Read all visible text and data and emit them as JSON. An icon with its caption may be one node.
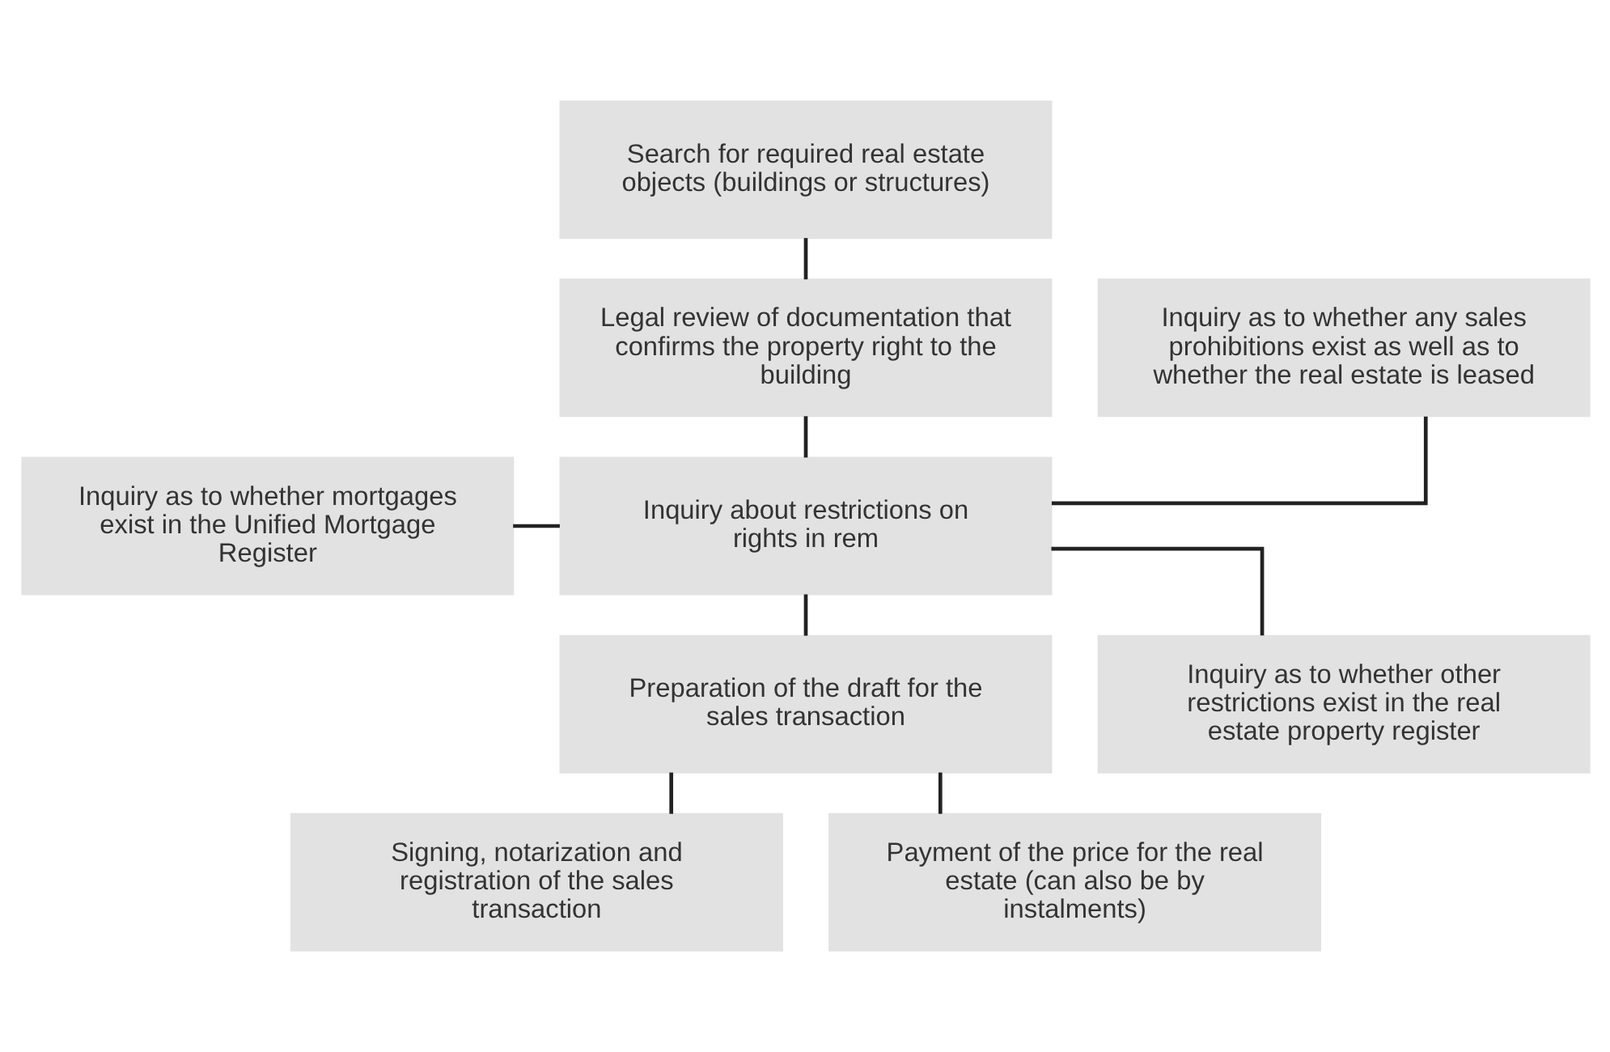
{
  "diagram": {
    "nodes": [
      {
        "text": [
          "Search for required real estate objects (buildings or structures)"
        ]
      },
      {
        "text": [
          "Legal review of documentation that confirms the property right to the building"
        ]
      },
      {
        "text": [
          "Inquiry as to whether any sales prohibitions exist as well as to whether the real estate is leased"
        ]
      },
      {
        "text": [
          "Inquiry about restrictions on rights in rem"
        ]
      },
      {
        "text": [
          "Inquiry as to whether mortgages exist in the Unified Mortgage Register"
        ]
      },
      {
        "text": [
          "Inquiry as to whether other restrictions exist in the real estate property register"
        ]
      },
      {
        "text": [
          "Preparation of the draft for the sales transaction"
        ]
      },
      {
        "text": [
          "Signing, notarization and registration of the sales transaction"
        ]
      },
      {
        "text": [
          "Payment of the price for the real estate (can also be by instalments)"
        ]
      }
    ],
    "edges": [
      {
        "from": 0,
        "to": 1,
        "arrow": "none"
      },
      {
        "from": 1,
        "to": 3,
        "arrow": "none"
      },
      {
        "from": 2,
        "to": 3,
        "arrow": "none"
      },
      {
        "from": 4,
        "to": 3,
        "arrow": "none"
      },
      {
        "from": 5,
        "to": 3,
        "arrow": "none"
      },
      {
        "from": 3,
        "to": 6,
        "arrow": "none"
      },
      {
        "from": 6,
        "to": 7,
        "arrow": "none"
      },
      {
        "from": 6,
        "to": 8,
        "arrow": "none"
      }
    ]
  }
}
